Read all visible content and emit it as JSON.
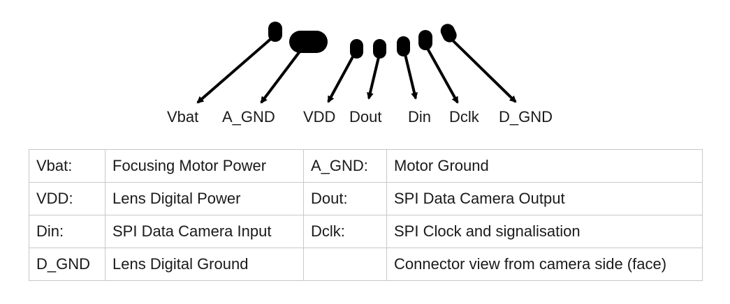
{
  "pins": [
    {
      "id": "vbat",
      "label": "Vbat"
    },
    {
      "id": "a-gnd",
      "label": "A_GND"
    },
    {
      "id": "vdd",
      "label": "VDD"
    },
    {
      "id": "dout",
      "label": "Dout"
    },
    {
      "id": "din",
      "label": "Din"
    },
    {
      "id": "dclk",
      "label": "Dclk"
    },
    {
      "id": "d-gnd",
      "label": "D_GND"
    }
  ],
  "table": {
    "rows": [
      [
        "Vbat:",
        "Focusing Motor Power",
        "A_GND:",
        "Motor Ground"
      ],
      [
        "VDD:",
        "Lens Digital Power",
        "Dout:",
        "SPI Data Camera Output"
      ],
      [
        "Din:",
        "SPI Data Camera Input",
        "Dclk:",
        "SPI Clock and signalisation"
      ],
      [
        "D_GND",
        "Lens Digital Ground",
        "",
        "Connector view from camera side (face)"
      ]
    ]
  },
  "colors": {
    "ink": "#000000",
    "text": "#1a1a1a",
    "table_border": "#c8c8c8"
  }
}
